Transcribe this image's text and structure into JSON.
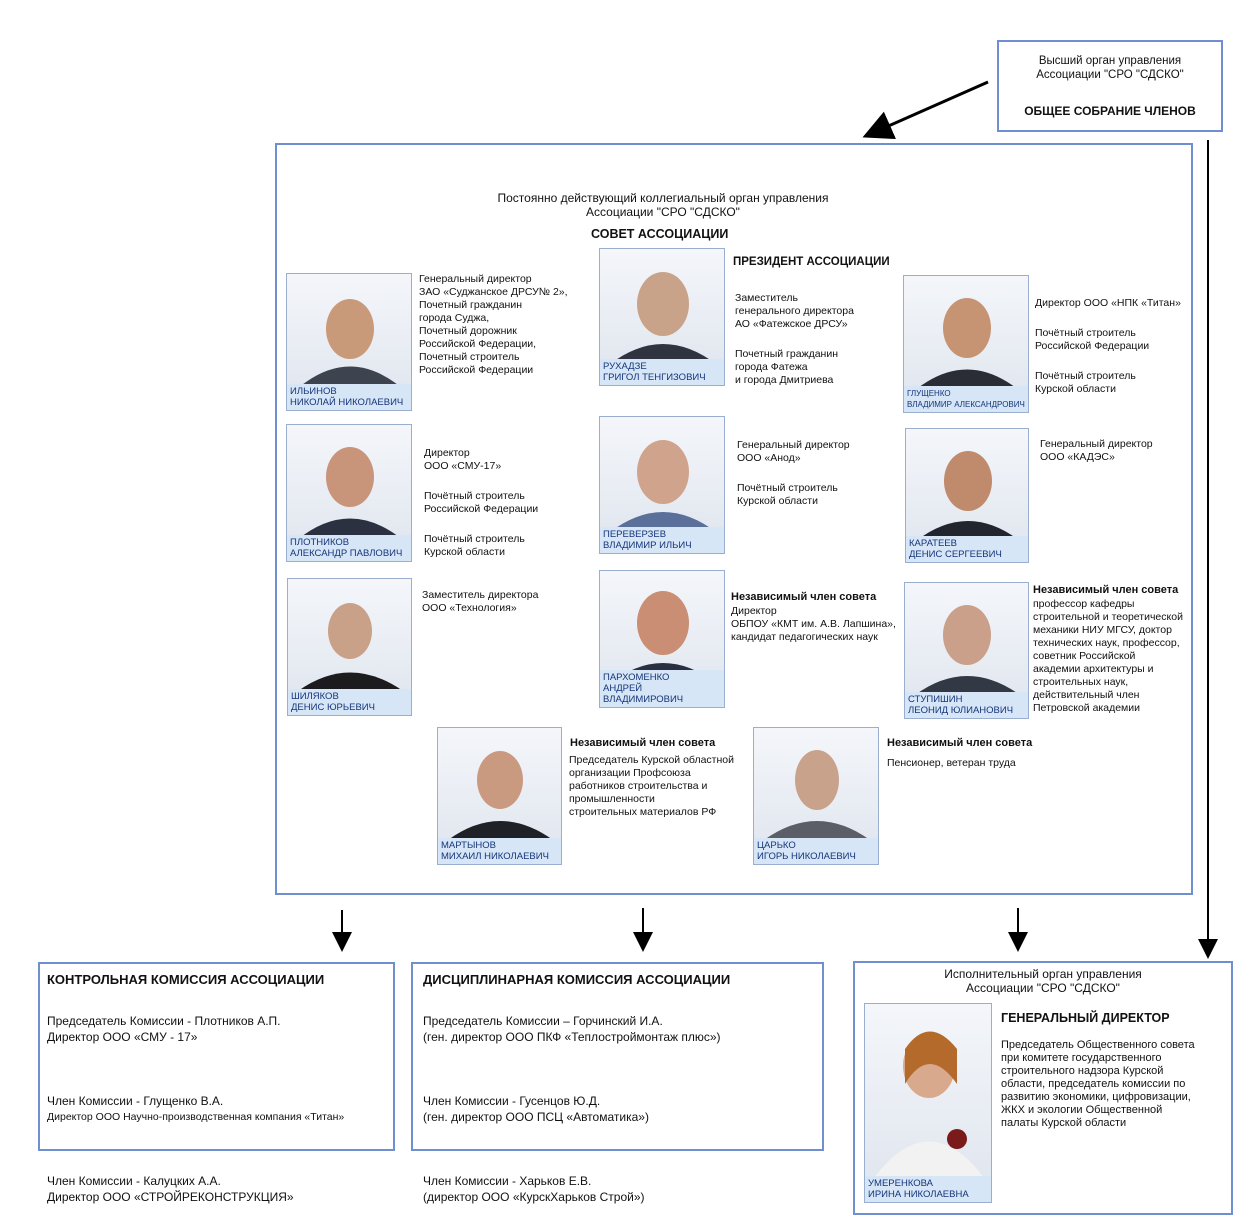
{
  "supreme": {
    "line1": "Высший орган  управления",
    "line2": "Ассоциации \"СРО \"СДСКО\"",
    "title": "ОБЩЕЕ СОБРАНИЕ ЧЛЕНОВ"
  },
  "council": {
    "line1": "Постоянно действующий коллегиальный орган управления",
    "line2": "Ассоциации \"СРО \"СДСКО\"",
    "title": "СОВЕТ АССОЦИАЦИИ",
    "members": [
      {
        "name1": "ИЛЬИНОВ",
        "name2": "НИКОЛАЙ НИКОЛАЕВИЧ",
        "desc": "Генеральный директор\nЗАО «Суджанское ДРСУ№ 2»,\nПочетный гражданин\nгорода Суджа,\nПочетный дорожник\nРоссийской Федерации,\nПочетный строитель\nРоссийской Федерации"
      },
      {
        "name1": "РУХАДЗЕ",
        "name2": "ГРИГОЛ ТЕНГИЗОВИЧ",
        "header": "ПРЕЗИДЕНТ АССОЦИАЦИИ",
        "desc1": "Заместитель\nгенерального директора\nАО «Фатежское ДРСУ»",
        "desc2": "Почетный гражданин\nгорода Фатежа\nи города Дмитриева"
      },
      {
        "name1": "ГЛУЩЕНКО",
        "name2": "ВЛАДИМИР АЛЕКСАНДРОВИЧ",
        "desc1": "Директор ООО «НПК «Титан»",
        "desc2": "Почётный строитель\nРоссийской Федерации",
        "desc3": "Почётный строитель\nКурской области"
      },
      {
        "name1": "ПЛОТНИКОВ",
        "name2": "АЛЕКСАНДР ПАВЛОВИЧ",
        "desc1": "Директор\nООО «СМУ-17»",
        "desc2": "Почётный строитель\nРоссийской Федерации",
        "desc3": "Почётный строитель\nКурской области"
      },
      {
        "name1": "ПЕРЕВЕРЗЕВ",
        "name2": "ВЛАДИМИР ИЛЬИЧ",
        "desc1": "Генеральный директор\nООО «Анод»",
        "desc2": "Почётный строитель\nКурской области"
      },
      {
        "name1": "КАРАТЕЕВ",
        "name2": "ДЕНИС СЕРГЕЕВИЧ",
        "desc1": "Генеральный директор\nООО «КАДЭС»"
      },
      {
        "name1": "ШИЛЯКОВ",
        "name2": "ДЕНИС ЮРЬЕВИЧ",
        "desc1": "Заместитель директора\nООО «Технология»"
      },
      {
        "name1": "ПАРХОМЕНКО",
        "name2": "АНДРЕЙ ВЛАДИМИРОВИЧ",
        "header": "Независимый член совета",
        "desc1": "Директор\nОБПОУ «КМТ им. А.В. Лапшина»,\nкандидат педагогических наук"
      },
      {
        "name1": "СТУПИШИН",
        "name2": "ЛЕОНИД ЮЛИАНОВИЧ",
        "header": "Независимый член совета",
        "desc1": "профессор кафедры\nстроительной и теоретической\nмеханики НИУ МГСУ, доктор\nтехнических наук, профессор,\nсоветник Российской\nакадемии архитектуры и\nстроительных наук,\nдействительный член\nПетровской академии"
      },
      {
        "name1": "МАРТЫНОВ",
        "name2": "МИХАИЛ НИКОЛАЕВИЧ",
        "header": "Независимый член совета",
        "desc1": "Председатель Курской областной\nорганизации Профсоюза\nработников строительства и\nпромышленности\nстроительных материалов РФ"
      },
      {
        "name1": "ЦАРЬКО",
        "name2": "ИГОРЬ НИКОЛАЕВИЧ",
        "header": "Независимый член совета",
        "desc1": "Пенсионер, ветеран труда"
      }
    ]
  },
  "control": {
    "title": "КОНТРОЛЬНАЯ КОМИССИЯ АССОЦИАЦИИ",
    "p1a": "Председатель Комиссии - Плотников А.П.",
    "p1b": "Директор ООО «СМУ - 17»",
    "p2a": "Член Комиссии -  Глущенко В.А.",
    "p2b": "Директор ООО Научно-производственная компания «Титан»",
    "p3a": "Член Комиссии -  Калуцких А.А.",
    "p3b": "Директор ООО «СТРОЙРЕКОНСТРУКЦИЯ»"
  },
  "disc": {
    "title": "ДИСЦИПЛИНАРНАЯ КОМИССИЯ АССОЦИАЦИИ",
    "p1a": "Председатель Комиссии – Горчинский И.А.",
    "p1b": "(ген. директор ООО ПКФ «Теплостроймонтаж плюс»)",
    "p2a": "Член Комиссии - Гусенцов Ю.Д.",
    "p2b": "(ген. директор ООО ПСЦ «Автоматика»)",
    "p3a": "Член Комиссии -  Харьков Е.В.",
    "p3b": "(директор ООО «КурскХарьков Строй»)"
  },
  "exec": {
    "line1": "Исполнительный орган управления",
    "line2": "Ассоциации \"СРО \"СДСКО\"",
    "title": "ГЕНЕРАЛЬНЫЙ ДИРЕКТОР",
    "desc": "Председатель Общественного совета\nпри комитете государственного\nстроительного надзора Курской\nобласти, председатель комиссии по\nразвитию экономики, цифровизации,\nЖКХ и экологии Общественной\nпалаты Курской области",
    "name1": "УМЕРЕНКОВА",
    "name2": "ИРИНА НИКОЛАЕВНА"
  },
  "colors": {
    "border": "#6f8fd0",
    "plate": "#d6e6f6",
    "plate_text": "#16357a"
  }
}
